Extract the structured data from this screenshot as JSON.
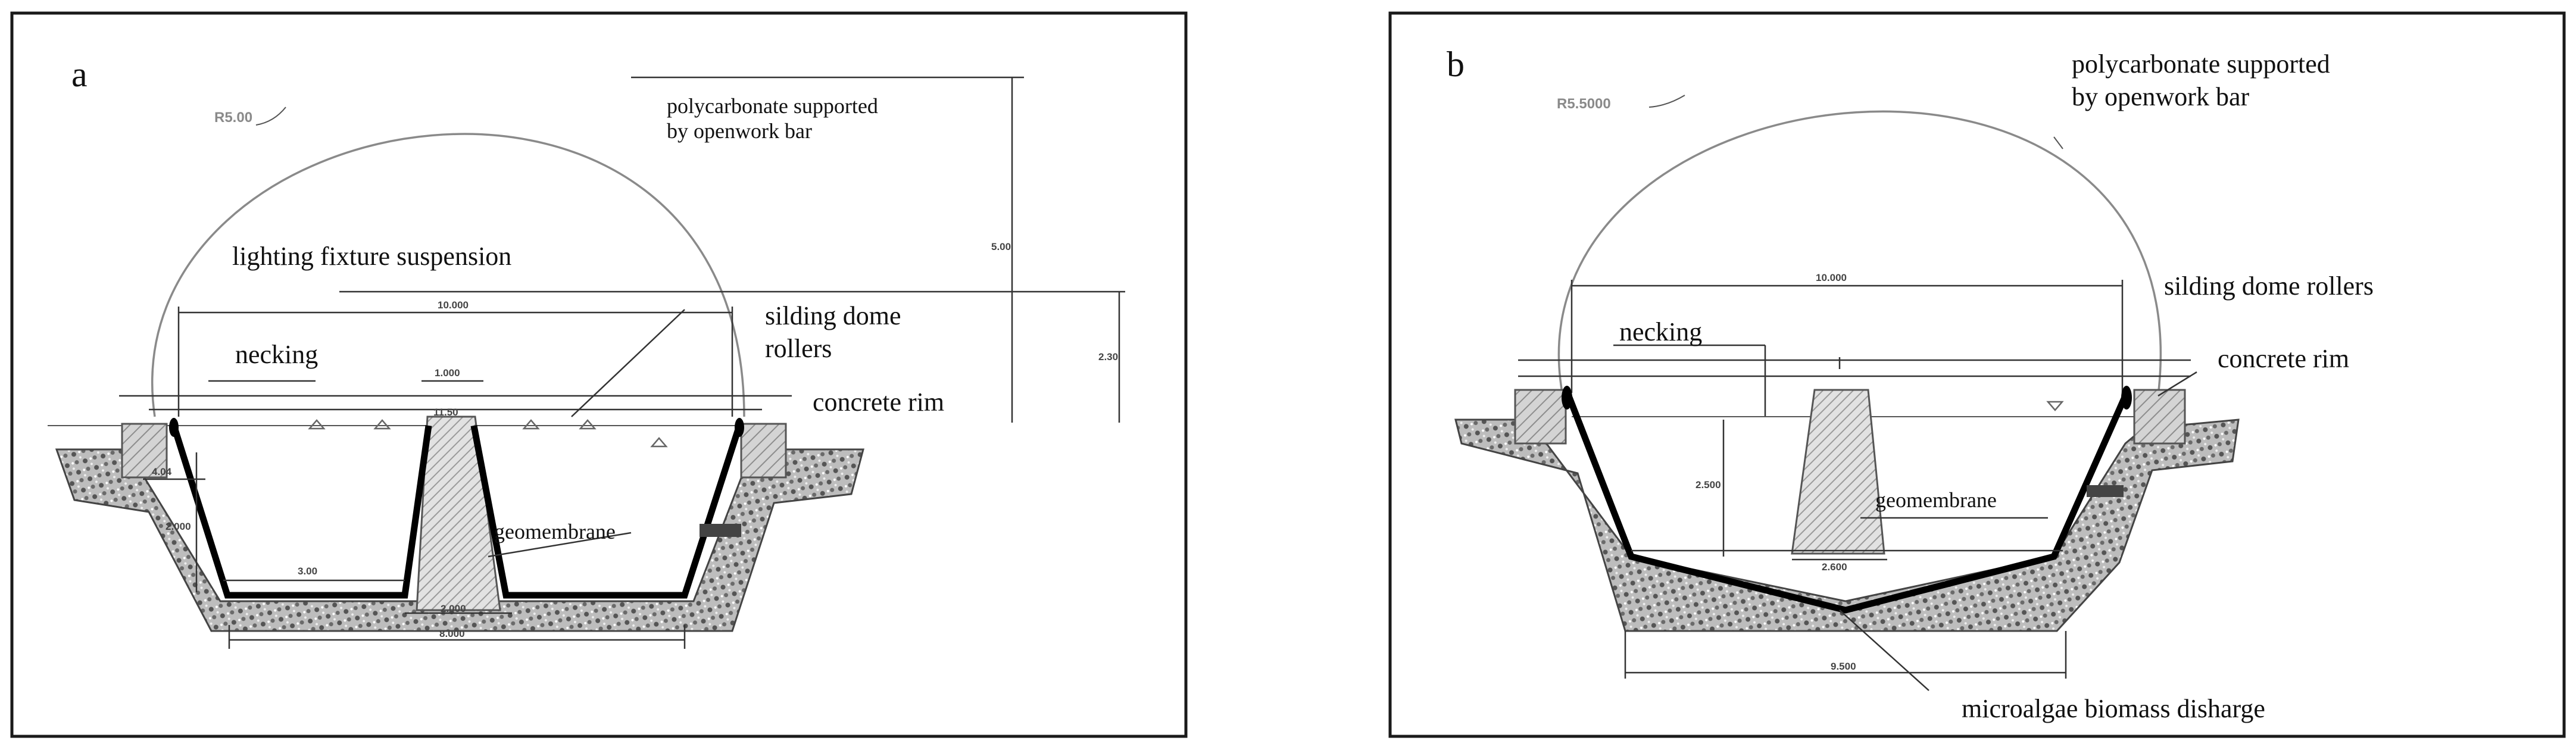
{
  "panel_a": {
    "letter": "a",
    "radius_label": "R5.00",
    "cover_label_line1": "polycarbonate supported",
    "cover_label_line2": "by openwork bar",
    "lighting_label": "lighting fixture suspension",
    "rollers_label_line1": "silding dome",
    "rollers_label_line2": "rollers",
    "necking_label": "necking",
    "rim_label": "concrete rim",
    "liner_label": "geomembrane",
    "dims": {
      "width_top": "10.000",
      "height_total": "5.00",
      "height_mid": "2.30",
      "neck_top": "1.000",
      "neck_span": "11.50",
      "wall": "4.04",
      "depth": "2.000",
      "bottom_cell": "3.00",
      "neck_base": "2.000",
      "base_width": "8.000"
    }
  },
  "panel_b": {
    "letter": "b",
    "radius_label": "R5.5000",
    "cover_label_line1": "polycarbonate supported",
    "cover_label_line2": "by openwork bar",
    "rollers_label": "silding dome rollers",
    "necking_label": "necking",
    "rim_label": "concrete rim",
    "liner_label": "geomembrane",
    "discharge_label": "microalgae biomass disharge",
    "dims": {
      "width_top": "10.000",
      "depth": "2.500",
      "neck_base": "2.600",
      "base_width": "9.500"
    }
  }
}
